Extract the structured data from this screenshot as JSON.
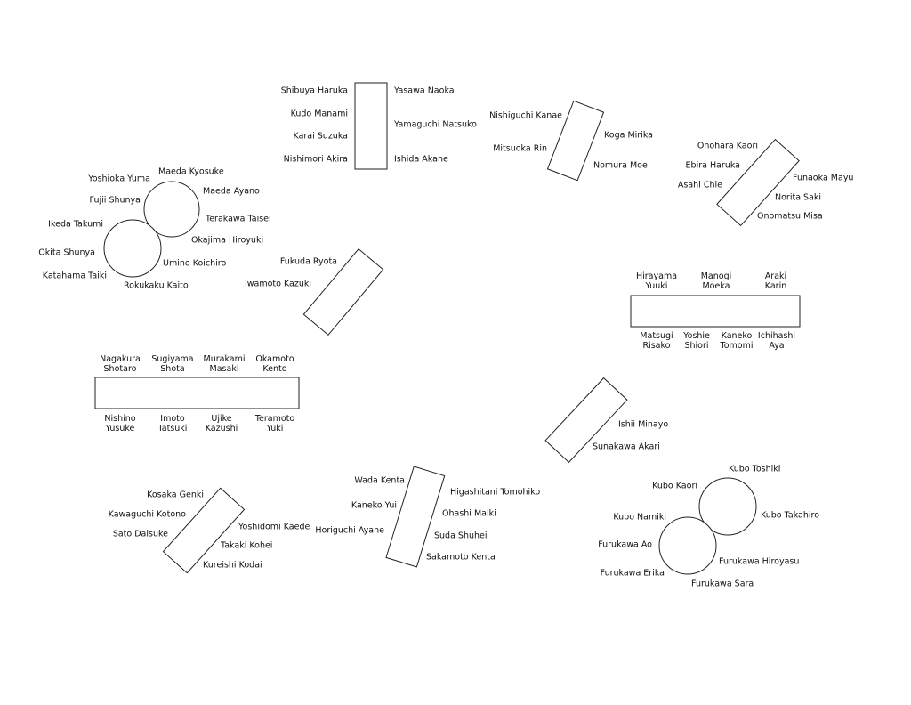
{
  "colors": {
    "stroke": "#222222",
    "text": "#111111",
    "background": "#ffffff"
  },
  "names": {
    "t1": [
      "Shibuya Haruka",
      "Kudo Manami",
      "Karai Suzuka",
      "Nishimori Akira",
      "Yasawa Naoka",
      "Yamaguchi Natsuko",
      "Ishida Akane"
    ],
    "t2": [
      "Nishiguchi Kanae",
      "Mitsuoka Rin",
      "Koga Mirika",
      "Nomura Moe"
    ],
    "t3": [
      "Onohara Kaori",
      "Ebira Haruka",
      "Asahi Chie",
      "Funaoka Mayu",
      "Norita Saki",
      "Onomatsu Misa"
    ],
    "t4": [
      "Yoshioka Yuma",
      "Maeda Kyosuke",
      "Fujii Shunya",
      "Maeda Ayano",
      "Terakawa Taisei",
      "Ikeda Takumi",
      "Okajima Hiroyuki",
      "Okita Shunya",
      "Umino Koichiro",
      "Katahama Taiki",
      "Rokukaku Kaito"
    ],
    "t5": [
      "Fukuda Ryota",
      "Iwamoto Kazuki"
    ],
    "t6": [
      "Hirayama\nYuuki",
      "Manogi\nMoeka",
      "Araki\nKarin",
      "Matsugi\nRisako",
      "Yoshie\nShiori",
      "Kaneko\nTomomi",
      "Ichihashi\nAya"
    ],
    "t7": [
      "Nagakura\nShotaro",
      "Sugiyama\nShota",
      "Murakami\nMasaki",
      "Okamoto\nKento",
      "Nishino\nYusuke",
      "Imoto\nTatsuki",
      "Ujike\nKazushi",
      "Teramoto\nYuki"
    ],
    "t8": [
      "Ishii Minayo",
      "Sunakawa Akari"
    ],
    "t9": [
      "Kosaka Genki",
      "Kawaguchi Kotono",
      "Sato Daisuke",
      "Yoshidomi Kaede",
      "Takaki Kohei",
      "Kureishi Kodai"
    ],
    "t10": [
      "Wada Kenta",
      "Kaneko Yui",
      "Horiguchi Ayane",
      "Higashitani Tomohiko",
      "Ohashi Maiki",
      "Suda Shuhei",
      "Sakamoto Kenta"
    ],
    "t11": [
      "Kubo Toshiki",
      "Kubo Kaori",
      "Kubo Namiki",
      "Kubo Takahiro",
      "Furukawa Ao",
      "Furukawa Hiroyasu",
      "Furukawa Erika",
      "Furukawa Sara"
    ]
  }
}
